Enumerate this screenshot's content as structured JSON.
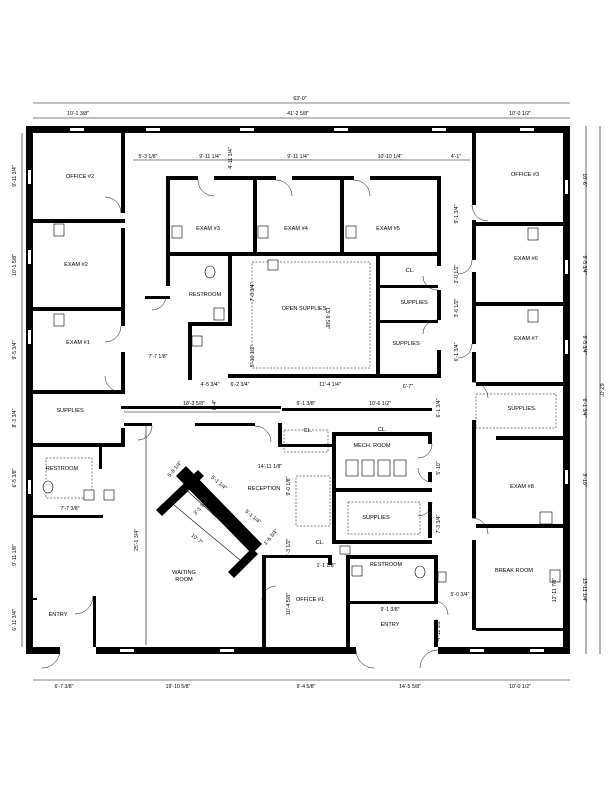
{
  "rooms": {
    "office2": "OFFICE #2",
    "office3": "OFFICE #3",
    "exam1": "EXAM #1",
    "exam2": "EXAM #2",
    "exam3": "EXAM #3",
    "exam4": "EXAM #4",
    "exam5": "EXAM #5",
    "exam6": "EXAM #6",
    "exam7": "EXAM #7",
    "exam8": "EXAM #8",
    "cl": "CL.",
    "cl_a": "CL.",
    "cl_b": "CL.",
    "cl_c": "CL.",
    "supplies_left": "SUPPLIES",
    "supplies_c1": "SUPPLIES",
    "supplies_c2": "SUPPLIES",
    "supplies_right": "SUPPLIES.",
    "supplies_mid": "SUPPLIES",
    "restroom_top": "RESTROOM",
    "restroom_left": "RESTROOM",
    "restroom_bottom": "RESTROOM",
    "open_supplies": "OPEN SUPPLIES",
    "mech_room": "MECH. ROOM",
    "reception": "RECEPTION",
    "waiting_room": "WAITING\nROOM",
    "office1": "OFFICE #1",
    "break_room": "BREAK ROOM",
    "entry_left": "ENTRY",
    "entry_bottom": "ENTRY"
  },
  "dims": {
    "top_total": "63'-0\"",
    "top_left": "10'-1 3/8\"",
    "top_mid": "41'-2 5/8\"",
    "top_right": "10'-0 1/2\"",
    "bottom_1": "6'-7 3/8\"",
    "bottom_2": "19'-10 5/8\"",
    "bottom_3": "9'-4 5/8\"",
    "bottom_4": "14'-5 5/8\"",
    "bottom_5": "10'-0 1/2\"",
    "right_total": "62'-0\"",
    "right_1": "10'-6\"",
    "right_2": "9'-5 3/4\"",
    "right_3": "9'-5 3/4\"",
    "right_4": "6'-1 3/4\"",
    "right_5": "9'-10\"",
    "right_6": "13'-11 1/4\"",
    "left_1": "9'-11 3/4\"",
    "left_2": "10'-1 5/8\"",
    "left_3": "9'-5 3/4\"",
    "left_4": "8'-3 3/4\"",
    "left_5": "6'-5 3/8\"",
    "left_6": "9'-11 1/8\"",
    "left_7": "6'-11 3/4\"",
    "exam_w1": "5'-3 1/8\"",
    "exam_w2": "9'-11 1/4\"",
    "exam_w3": "9'-11 1/4\"",
    "exam_w4": "10'-10 1/4\"",
    "exam_w5": "4'-1\"",
    "exam_h": "4'-11 3/4\"",
    "exam5_h": "9'-1 3/4\"",
    "corridor_w": "7'-7 1/8\"",
    "rr_top_h": "7'-3 3/4\"",
    "rr_top_w1": "4'-5 3/4\"",
    "rr_top_w2": "6'-2 3/4\"",
    "open_w": "11'-4 1/4\"",
    "open_h": "13'-9 5/8\"",
    "open_h2": "5'-10 1/2\"",
    "cl_h": "3'-0 1/2\"",
    "cl_h2": "3'-6 1/2\"",
    "cl_h3": "6'-1 3/4\"",
    "sup_w": "6'-7\"",
    "lobby_w": "18'-3 5/8\"",
    "lobby_h": "8'-4\"",
    "cl_w": "6'-1 3/8\"",
    "mech_w": "10'-6 1/2\"",
    "mech_h": "6'-1 3/4\"",
    "rec_w": "14'-11 1/8\"",
    "rec_h": "9'-0 1/8\"",
    "sup_h": "5'-10\"",
    "sup_h2": "7'-3 3/4\"",
    "rr_left_w": "7'-7 3/8\"",
    "wait_h": "25'-1 3/4\"",
    "wait_d1": "5'-8 1/4\"",
    "wait_d2": "5'-1 1/4\"",
    "wait_d3": "3'-1 3/8\"",
    "wait_d4": "5'-1 1/4\"",
    "wait_d5": "1'-6 3/4\"",
    "wait_d6": "10'-7\"",
    "off1_h": "10'-4 5/8\"",
    "cl_small": "3'-3 1/2\"",
    "cl_small2": "1'-1 1/8\"",
    "rr_bot_w": "9'-1 3/8\"",
    "rr_bot_h": "5'-0 3/4\"",
    "entry_h": "4'-11 1/2\"",
    "break_h": "12'-11 7/8\""
  }
}
